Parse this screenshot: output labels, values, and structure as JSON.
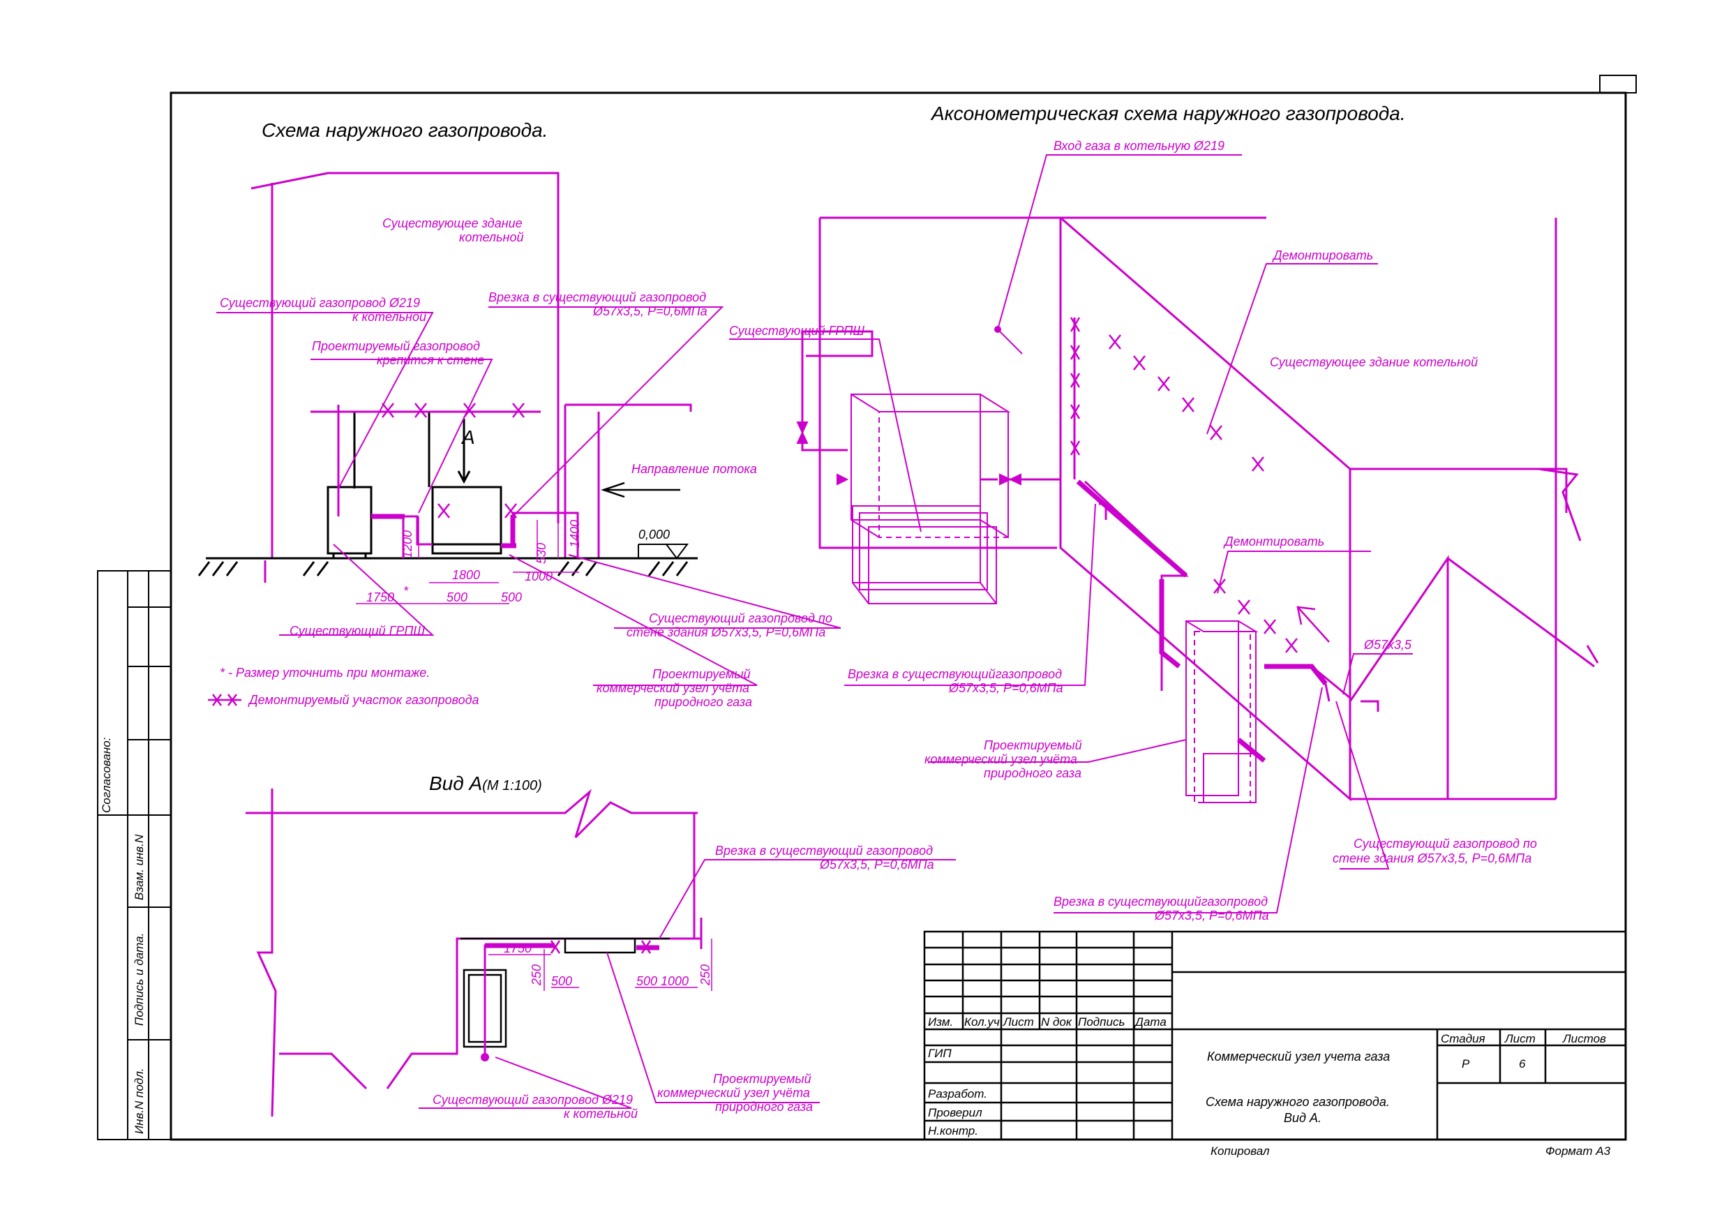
{
  "titles": {
    "plan": "Схема наружного газопровода.",
    "axon": "Аксонометрическая схема наружного газопровода.",
    "view_a": "Вид А",
    "view_a_scale": "(М 1:100)"
  },
  "plan": {
    "building_label": [
      "Существующее здание",
      "котельной"
    ],
    "existing_pipe": [
      "Существующий газопровод Ø219",
      "к котельной"
    ],
    "wall_mount": [
      "Проектируемый газопровод",
      "крепится к стене"
    ],
    "tie_in": [
      "Врезка в существующий газопровод",
      "Ø57х3,5,   Р=0,6МПа"
    ],
    "flow_direction": "Направление потока",
    "level": "0,000",
    "view_marker": "А",
    "grpsh": "Существующий ГРПШ",
    "wall_pipe": [
      "Существующий газопровод по",
      "стене здания Ø57х3,5,   Р=0,6МПа"
    ],
    "meter_unit": [
      "Проектируемый",
      "коммерческий узел учёта",
      "природного газа"
    ],
    "dims": [
      "1200",
      "1800",
      "1750",
      "500",
      "500",
      "1000",
      "530",
      "1400",
      "*"
    ],
    "note_star": "*  -  Размер уточнить при монтаже.",
    "note_demolish": "Демонтируемый участок газопровода"
  },
  "axon": {
    "inlet": "Вход газа в котельную Ø219",
    "demolish_1": "Демонтировать",
    "grpsh": "Существующий ГРПШ",
    "building": "Существующее здание котельной",
    "demolish_2": "Демонтировать",
    "pipe_size": "Ø57х3,5",
    "tie_in_1": [
      "Врезка в существующийгазопровод",
      "Ø57х3,5,   Р=0,6МПа"
    ],
    "meter_unit": [
      "Проектируемый",
      "коммерческий узел учёта",
      "природного газа"
    ],
    "wall_pipe": [
      "Существующий газопровод по",
      "стене здания Ø57х3,5,   Р=0,6МПа"
    ],
    "tie_in_2": [
      "Врезка в существующийгазопровод",
      "Ø57х3,5,   Р=0,6МПа"
    ]
  },
  "view_a": {
    "tie_in": [
      "Врезка в существующий газопровод",
      "Ø57х3,5,   Р=0,6МПа"
    ],
    "dims": [
      "1750",
      "250",
      "500",
      "500",
      "1000",
      "250"
    ],
    "meter_unit": [
      "Проектируемый",
      "коммерческий узел учёта",
      "природного газа"
    ],
    "existing_pipe": [
      "Существующий газопровод Ø219",
      "к котельной"
    ]
  },
  "side_stamp": {
    "agreed": "Согласовано:",
    "replaced_inv": "Взам. инв.N",
    "sign_date": "Подпись и дата.",
    "inv_orig": "Инв.N подл."
  },
  "title_block": {
    "cols": [
      "Изм.",
      "Кол.уч",
      "Лист",
      "N док",
      "Подпись",
      "Дата"
    ],
    "roles": [
      "ГИП",
      "Разработ.",
      "Проверил",
      "Н.контр."
    ],
    "object": "Коммерческий узел учета газа",
    "sheet_title": [
      "Схема наружного газопровода.",
      "Вид А."
    ],
    "stage_label": "Стадия",
    "sheet_label": "Лист",
    "sheets_label": "Листов",
    "stage": "Р",
    "sheet": "6",
    "copied": "Копировал",
    "format": "Формат А3"
  },
  "colors": {
    "pipe": "#cc00cc",
    "ink": "#000000"
  }
}
